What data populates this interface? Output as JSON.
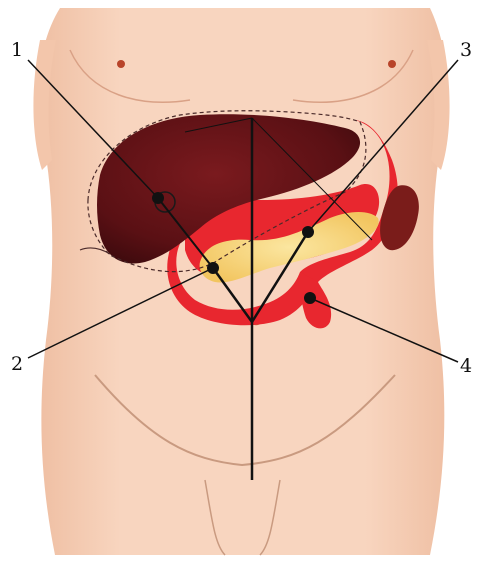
{
  "labels": [
    {
      "id": "1",
      "text": "1",
      "structure": "liver"
    },
    {
      "id": "2",
      "text": "2",
      "structure": "gallbladder-duodenum"
    },
    {
      "id": "3",
      "text": "3",
      "structure": "pancreas-stomach"
    },
    {
      "id": "4",
      "text": "4",
      "structure": "duodenum"
    }
  ],
  "colors": {
    "skin": "#f6cdb4",
    "skin_shadow": "#e6aa8c",
    "liver": "#6b1418",
    "liver_dark": "#4a0c10",
    "stomach": "#e8272f",
    "pancreas": "#f6d57a",
    "spleen": "#7a1c1a",
    "line": "#111111"
  }
}
